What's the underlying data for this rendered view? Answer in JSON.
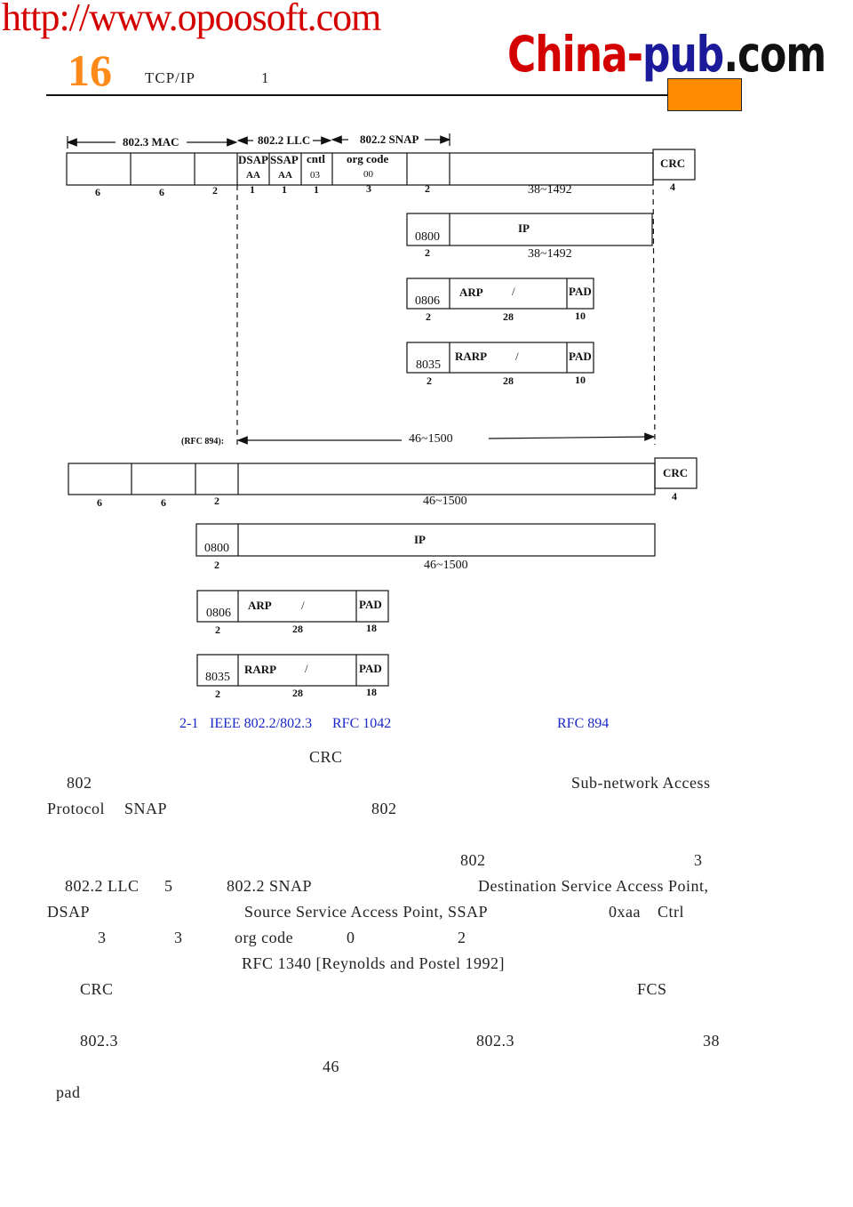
{
  "header": {
    "url": "http://www.opoosoft.com",
    "page_number": "16",
    "book_title": "TCP/IP",
    "volume": "1",
    "logo_part1": "China-",
    "logo_part2": "pub",
    "logo_part3": ".com"
  },
  "diagram": {
    "top": {
      "mac_label": "802.3 MAC",
      "llc_label": "802.2 LLC",
      "snap_label": "802.2 SNAP",
      "dsap": "DSAP",
      "ssap": "SSAP",
      "cntl": "cntl",
      "org_code": "org code",
      "aa1": "AA",
      "aa2": "AA",
      "v03": "03",
      "v00": "00",
      "crc": "CRC",
      "sizes": [
        "6",
        "6",
        "2",
        "1",
        "1",
        "1",
        "3",
        "2",
        "38~1492",
        "4"
      ]
    },
    "top_ip": {
      "type": "0800",
      "label": "IP",
      "size_type": "2",
      "size_data": "38~1492"
    },
    "top_arp": {
      "type": "0806",
      "label": "ARP",
      "slash": "/",
      "pad": "PAD",
      "s1": "2",
      "s2": "28",
      "s3": "10"
    },
    "top_rarp": {
      "type": "8035",
      "label": "RARP",
      "slash": "/",
      "pad": "PAD",
      "s1": "2",
      "s2": "28",
      "s3": "10"
    },
    "rfc_label": "(RFC 894):",
    "range_label": "46~1500",
    "bottom": {
      "crc": "CRC",
      "sizes": [
        "6",
        "6",
        "2",
        "46~1500",
        "4"
      ]
    },
    "bottom_ip": {
      "type": "0800",
      "label": "IP",
      "size_type": "2",
      "size_data": "46~1500"
    },
    "bottom_arp": {
      "type": "0806",
      "label": "ARP",
      "slash": "/",
      "pad": "PAD",
      "s1": "2",
      "s2": "28",
      "s3": "18"
    },
    "bottom_rarp": {
      "type": "8035",
      "label": "RARP",
      "slash": "/",
      "pad": "PAD",
      "s1": "2",
      "s2": "28",
      "s3": "18"
    }
  },
  "caption": {
    "fig": "2-1",
    "std": "IEEE 802.2/802.3",
    "rfc1": "RFC 1042",
    "rfc2": "RFC 894"
  },
  "text": {
    "p1_crc": "CRC",
    "p1_802": "802",
    "p1_snap_full": "Sub-network Access",
    "p1_protocol": "Protocol",
    "p1_snap": "SNAP",
    "p1_802b": "802",
    "p2_802": "802",
    "p2_3": "3",
    "p2_llc": "802.2 LLC",
    "p2_5": "5",
    "p2_snap": "802.2 SNAP",
    "p2_dsap_full": "Destination Service Access Point,",
    "p2_dsap": "DSAP",
    "p2_ssap_full": "Source Service Access Point, SSAP",
    "p2_0xaa": "0xaa",
    "p2_ctrl": "Ctrl",
    "p2_3a": "3",
    "p2_3b": "3",
    "p2_org": "org code",
    "p2_0": "0",
    "p2_2": "2",
    "p2_rfc": "RFC 1340 [Reynolds and Postel 1992]",
    "p3_crc": "CRC",
    "p3_fcs": "FCS",
    "p4_8023": "802.3",
    "p4_8023b": "802.3",
    "p4_38": "38",
    "p4_46": "46",
    "p4_pad": "pad"
  }
}
